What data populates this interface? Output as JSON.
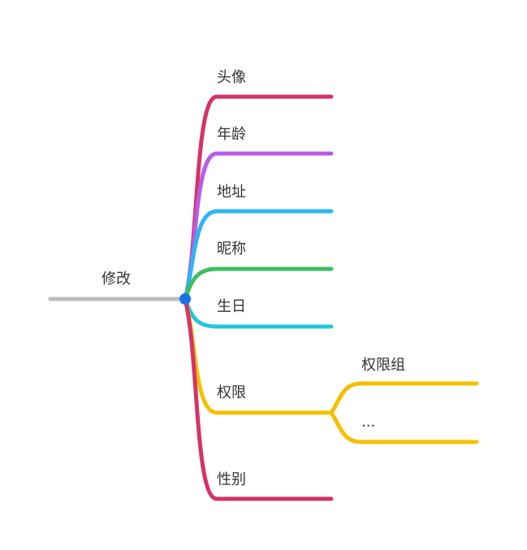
{
  "root": {
    "label": "修改",
    "color": "#bdbdbd",
    "dot_color": "#1a73e8"
  },
  "branches": [
    {
      "label": "头像",
      "color": "#d63366"
    },
    {
      "label": "年龄",
      "color": "#b85ce6"
    },
    {
      "label": "地址",
      "color": "#29b6f6"
    },
    {
      "label": "昵称",
      "color": "#3cc060"
    },
    {
      "label": "生日",
      "color": "#26c6da"
    },
    {
      "label": "权限",
      "color": "#f5c000",
      "children": [
        {
          "label": "权限组"
        },
        {
          "label": "..."
        }
      ]
    },
    {
      "label": "性别",
      "color": "#d63366"
    }
  ]
}
